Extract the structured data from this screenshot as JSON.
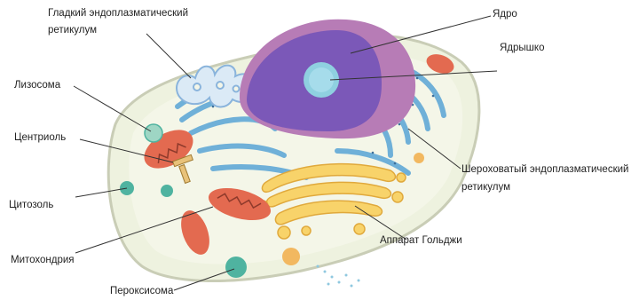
{
  "labels": {
    "smooth_er_line1": "Гладкий эндоплазматический",
    "smooth_er_line2": "ретикулум",
    "nucleus": "Ядро",
    "nucleolus": "Ядрышко",
    "lysosome": "Лизосома",
    "centriole": "Центриоль",
    "cytosol": "Цитозоль",
    "mitochondrion": "Митохондрия",
    "peroxisome": "Пероксисома",
    "rough_er_line1": "Шероховатый эндоплазматический",
    "rough_er_line2": "ретикулум",
    "golgi": "Аппарат Гольджи"
  },
  "colors": {
    "cytoplasm": "#eef2df",
    "membrane": "#c9cdb6",
    "nucleus_purple": "#7b58b8",
    "nuclear_envelope": "#b77cb6",
    "nucleolus_blue": "#8fd0e0",
    "er_blue": "#6fb0d8",
    "golgi_yellow": "#f8d36a",
    "mitochondria_red": "#e36a50",
    "vesicle_teal": "#4fb3a0",
    "leader_line": "#333333"
  }
}
